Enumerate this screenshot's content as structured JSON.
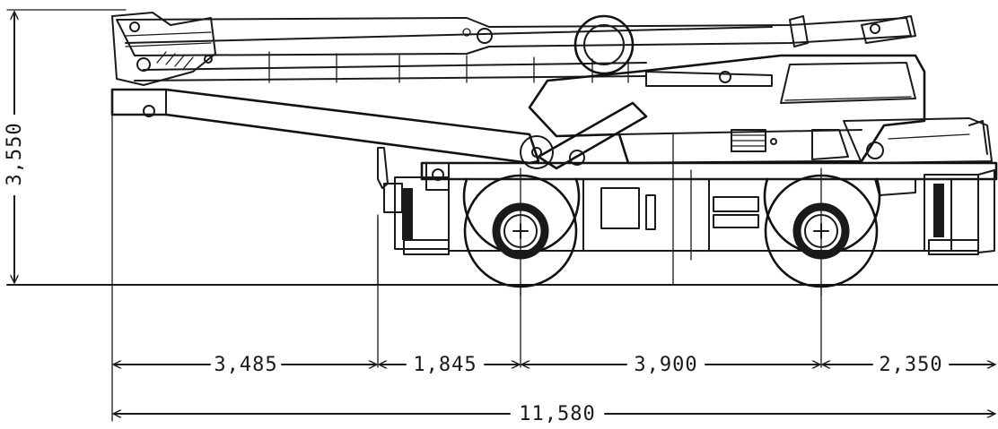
{
  "dimensions": {
    "overall_height": "3,550",
    "front_overhang": "3,485",
    "outrigger_to_front_axle": "1,845",
    "wheelbase": "3,900",
    "rear_overhang": "2,350",
    "overall_length": "11,580"
  },
  "colors": {
    "line": "#1a1a1a",
    "background": "#ffffff"
  }
}
